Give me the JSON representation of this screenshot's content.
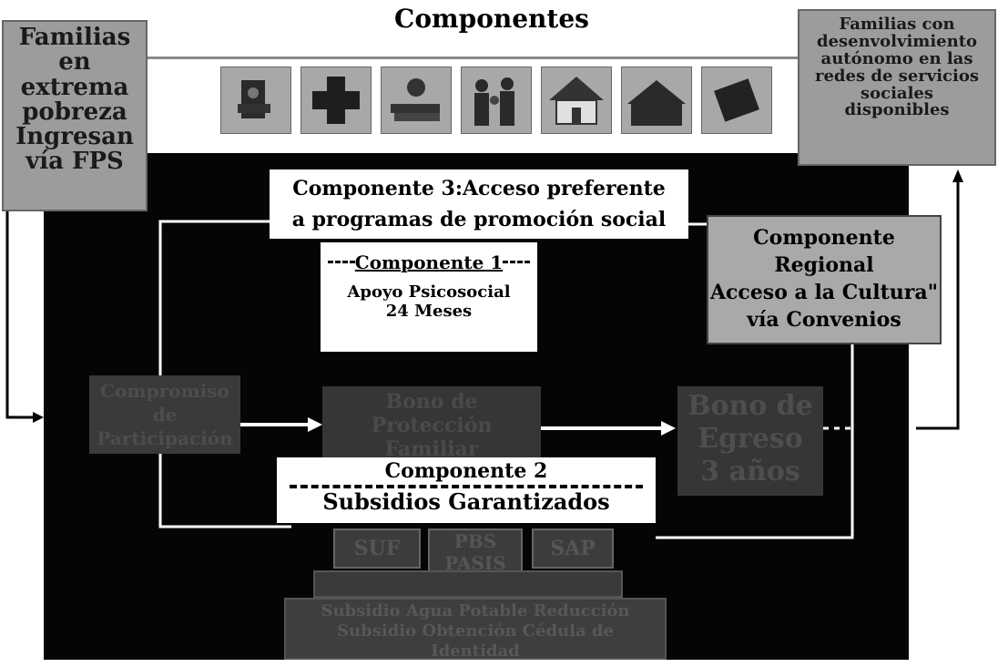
{
  "title": "Componentes",
  "left_box": {
    "lines": [
      "Familias",
      "en",
      "extrema",
      "pobreza",
      "Ingresan",
      "vía FPS"
    ]
  },
  "right_box": {
    "lines": [
      "Familias con",
      "desenvolvimiento",
      "autónomo en las",
      "redes de servicios",
      "sociales",
      "disponibles"
    ]
  },
  "icons": [
    {
      "name": "phone-icon"
    },
    {
      "name": "health-cross-icon"
    },
    {
      "name": "education-books-icon"
    },
    {
      "name": "family-group-icon"
    },
    {
      "name": "house-icon"
    },
    {
      "name": "work-icon"
    },
    {
      "name": "income-icon"
    }
  ],
  "component3": {
    "line1": "Componente 3:Acceso preferente",
    "line2": "a programas de promoción social"
  },
  "component1": {
    "heading": "Componente 1",
    "line1": "Apoyo Psicosocial",
    "line2": "24 Meses"
  },
  "regional": {
    "line1": "Componente",
    "line2": "Regional",
    "line3": "Acceso a la Cultura\"",
    "line4": "vía Convenios"
  },
  "flow": {
    "box1": {
      "line1": "Compromiso",
      "line2": "de",
      "line3": "Participación"
    },
    "box2": {
      "line1": "Bono de",
      "line2": "Protección",
      "line3": "Familiar"
    },
    "box3": {
      "line1": "Bono de",
      "line2": "Egreso",
      "line3": "3 años"
    }
  },
  "component2": {
    "heading": "Componente 2",
    "line1": "Subsidios Garantizados"
  },
  "subsidies": {
    "s1": "SUF",
    "s2_line1": "PBS",
    "s2_line2": "PASIS",
    "s3": "SAP",
    "bottom_line1": "Subsidio Agua Potable Reducción",
    "bottom_line2": "Subsidio Obtención Cédula de",
    "bottom_line3": "Identidad"
  }
}
